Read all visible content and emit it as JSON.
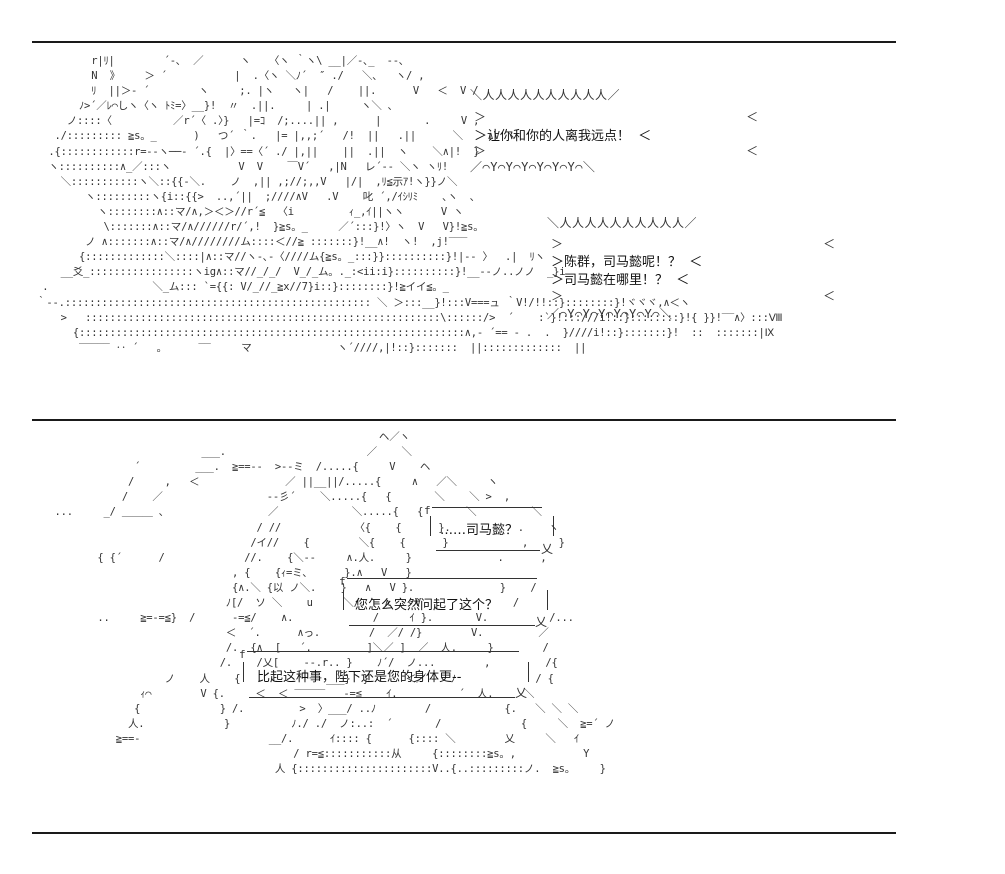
{
  "panel1": {
    "art_lines": [
      "          r|ﾘ|        ´‐､  ／      ヽ   〈ヽ ｀ヽ\\ __|／‐､_  ‐‐､",
      "          N  》    ＞ ´           |  .〈ヽ ＼ﾉ´  ″ ./   ＼､   ヽ/ ,",
      "          ﾘ  ||＞‐ ´        ヽ     ;. |ヽ   ヽ|   /    ||.      V   ＜  V /",
      "        ﾉ>´／ﾚ⌒しヽ〈ヽ ﾄﾐ=〉__}!  〃  .||.     | .|     ヽ＼ ､",
      "      ノ::::〈          ／r´〈 .〉}   |=ｺ  /;....|| ,      |       .     V ,",
      "    ./::::::::: ≧s。_      )   つ´ ｀.   |= |,,;´   /!  ||   .||      ＼    ∧V ヽ",
      "   .{::::::::::::r=‐‐ヽ──‐ ´.{  |〉==〈´ ./ |,||    ||  .||  ヽ    ＼∧|!  }",
      "   ヽ::::::::::∧_／:::ヽ           V  V    ￣V´   ,|N   レ´‐‐ ＼ヽ ヽﾘ!",
      "     ＼:::::::::::ヽ＼::{{‐＼.    ノ  ,|| ,;//;,,V   |/|  ,ﾘ≦示ｱ!ヽ}}ノ＼",
      "         ヽ:::::::::ヽ{i::{{>  ..,´||  ;////∧V   .V    叱 ´,/ｲｼﾘﾐ    ､ヽ  ､",
      "           ヽ::::::::∧::マ/∧,＞＜＞//r´≦  〈i         ｨ_,ｲ||ヽヽ      V ヽ",
      "            \\:::::::∧::マ/∧//////r/´,!  }≧s。_     ／´:::}!〉ヽ  V   V}!≧s。",
      "         ノ ∧:::::::∧::マ/∧////////ム::::＜//≧ :::::::}!__∧!  ヽ!  ,j!‾‾‾",
      "        {:::::::::::::＼::::|∧::マ//ヽ‐､‐〈////ム{≧s。_:::}}::::::::::}!|‐‐ 〉  .|  ﾘヽ",
      "     __爻_:::::::::::::::::ヽig∧::マ//_/_/  V_/_ム。._:<ii:i}::::::::::}!__‐‐ノ..ノノ  _}i",
      "  .                 ＼_ム::: `={{: V/_//_≧x//7}i::}::::::::}!≧イイ≦。_",
      " ｀‐‐.:::::::::::::::::::::::::::::::::::::::::::::::::: ＼ ＞:::__}!:::V===ュ ｀V!/!!::}::::::::}!ヾヾヾ,∧＜ヽ",
      "     >   ::::::::::::::::::::::::::::::::::::::::::::::::::::::::::\\::::::/>  ´    :`}!:::///i!::}::::::::}!{ }}!‾‾∧〉:::Ⅷ",
      "       {:::::::::::::::::::::::::::::::::::::::::::::::::::::::::::::::∧,‐ ´== ‐ .  .  }////i!::}:::::::}!  ::  :::::::|Ⅸ",
      "        ‾‾‾‾‾ ‥ ´   ｡      ‾‾     マ              ヽ´////,|!::}:::::::  ||:::::::::::::  ||"
    ],
    "bubble1_lines": [
      "＞让你和你的人离我远点！  ＜"
    ],
    "bubble2_lines": [
      "＞陈群，司马懿呢！？  ＜",
      "＞司马懿在哪里！？  ＜"
    ],
    "scallop_top": "＼人人人人人人人人人人／",
    "scallop_bottom": "／⌒Y⌒Y⌒Y⌒Y⌒Y⌒Y⌒＼",
    "edge_top": "＞                                    ＜",
    "edge_bottom": "＞                                    ＜"
  },
  "panel2": {
    "art_lines": [
      "                                                         ヘ／ヽ",
      "                            ___.                       ／    ＼",
      "                 ´         ___.  ≧==‐‐  >‐‐ミ  /.....{     V    ヘ",
      "                /     ,   ＜              ／ ||__||/.....{     ∧   ／＼     ヽ",
      "               /    ／                 ‐‐彡´    ＼.....{   {       ＼    ＼ >  ,",
      "    ...     _/ ＿＿＿ ､                 ／            ＼.....{   {       ＼         ＼",
      "                                     / //            〈{    {      }.           .    ヽ",
      "                                    /イ//    {        ＼{    {      }            ,     }",
      "           { {´      /             //.    {＼‐‐     ∧.人.     }              .      ,",
      "                                 , {    {ｨ=ミ､      }.∧   V   }",
      "                                 {∧.＼ {以 ノ＼.    }   ∧   V }.              }    /",
      "                                ﾉ[/  ソ ＼    u     ＼/    ∧    V               /",
      "           ..     ≧=‐=≦}  /      ‐=≦/    ∧.             /     ｲ }.       V.          /...",
      "                                ＜  ´.      ∧っ.        /  ／/ /}        V.         ／",
      "                                /.  {∧  [   ´.         ]＼／ ]  ／  人.     }        /",
      "                               /.    /乂[    ‐‐.r.. }    ﾉ´/  ノ...        ,         /{",
      "                      ノ    人    {              ___}  }      ＜／    ﾉ             / {",
      "                  ｨ⌒        V {.     ＜  ＜ ‾‾‾‾‾   ‐=≦    ｲ.          ´  人.     ＼",
      "                 {             } /.         >  〉___/ ..ﾉ        /            {.   ＼ ＼ ＼",
      "                人.             }          ﾉ./ ./  ノ:..:  ´       /             {     ＼  ≧=´ ノ",
      "              ≧==‐                     __/.      ｲ:::: {      {:::: ＼        乂     ＼   ｲ",
      "                                           / r=≦:::::::::::从     {::::::::≧s。,           Y",
      "                                        人 {::::::::::::::::::::::V..{..:::::::::ノ.  ≧s。    }"
    ],
    "speech1": "……司马懿？",
    "speech2": "您怎么突然问起了这个？",
    "speech3": "比起这种事，陛下还是您的身体更‐‐"
  }
}
